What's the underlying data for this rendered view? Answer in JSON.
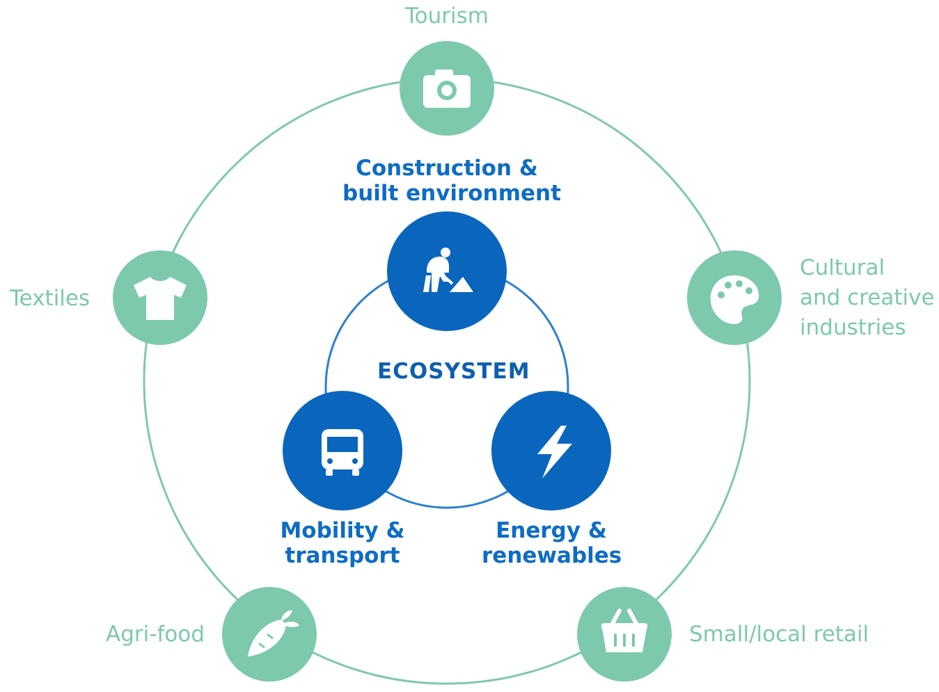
{
  "center": {
    "label": "ECOSYSTEM"
  },
  "inner_nodes": [
    {
      "id": "construction",
      "lines": [
        "Construction &",
        "built environment"
      ],
      "icon": "construction-worker-icon"
    },
    {
      "id": "mobility",
      "lines": [
        "Mobility &",
        "transport"
      ],
      "icon": "bus-icon"
    },
    {
      "id": "energy",
      "lines": [
        "Energy &",
        "renewables"
      ],
      "icon": "lightning-bolt-icon"
    }
  ],
  "outer_nodes": [
    {
      "id": "tourism",
      "lines": [
        "Tourism"
      ],
      "icon": "camera-icon"
    },
    {
      "id": "cultural",
      "lines": [
        "Cultural",
        "and creative",
        "industries"
      ],
      "icon": "palette-icon"
    },
    {
      "id": "retail",
      "lines": [
        "Small/local retail"
      ],
      "icon": "basket-icon"
    },
    {
      "id": "agrifood",
      "lines": [
        "Agri-food"
      ],
      "icon": "carrot-icon"
    },
    {
      "id": "textiles",
      "lines": [
        "Textiles"
      ],
      "icon": "tshirt-icon"
    }
  ],
  "colors": {
    "outer_green": "#7dc9ab",
    "inner_blue": "#0a66bd",
    "inner_ring": "#2b7fd0",
    "outer_text": "#7cc9ac",
    "inner_text": "#0e6cc4"
  }
}
